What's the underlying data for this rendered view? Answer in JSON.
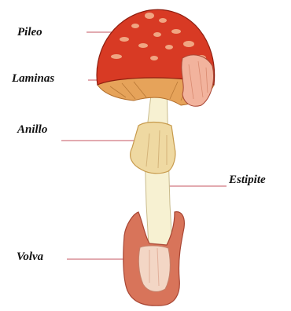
{
  "labels": {
    "pileo": "Pileo",
    "laminas": "Laminas",
    "anillo": "Anillo",
    "estipite": "Estipite",
    "volva": "Volva"
  },
  "colors": {
    "cap": "#d83a24",
    "cap_dark": "#b52a18",
    "cap_spots": "#f0a582",
    "gills": "#e6a35a",
    "stem": "#f7f1d2",
    "ring": "#efd9a2",
    "volva": "#d8745a",
    "volva_inner": "#f3d6c5",
    "pointer_line": "#d88d96"
  }
}
